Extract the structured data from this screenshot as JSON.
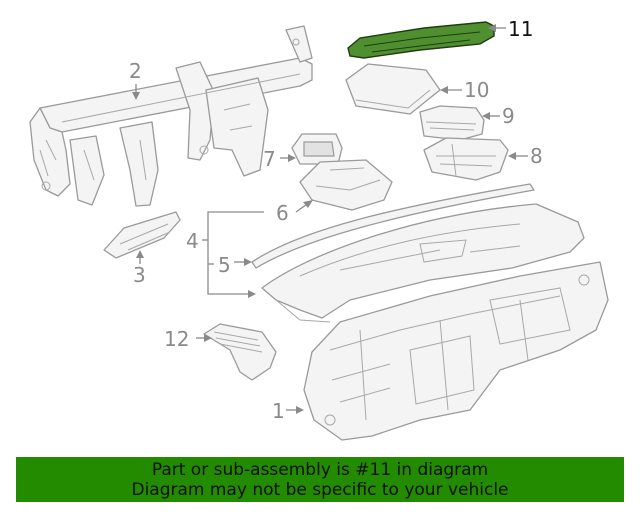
{
  "callouts": {
    "c1": "1",
    "c2": "2",
    "c3": "3",
    "c4": "4",
    "c5": "5",
    "c6": "6",
    "c7": "7",
    "c8": "8",
    "c9": "9",
    "c10": "10",
    "c11": "11",
    "c12": "12"
  },
  "highlighted_part": "11",
  "colors": {
    "highlight": "#4f8f2f",
    "banner": "#228b00",
    "line_art": "#9a9a9a"
  },
  "banner": {
    "line1": "Part or sub-assembly is #11 in diagram",
    "line2": "Diagram may not be specific to your vehicle"
  }
}
